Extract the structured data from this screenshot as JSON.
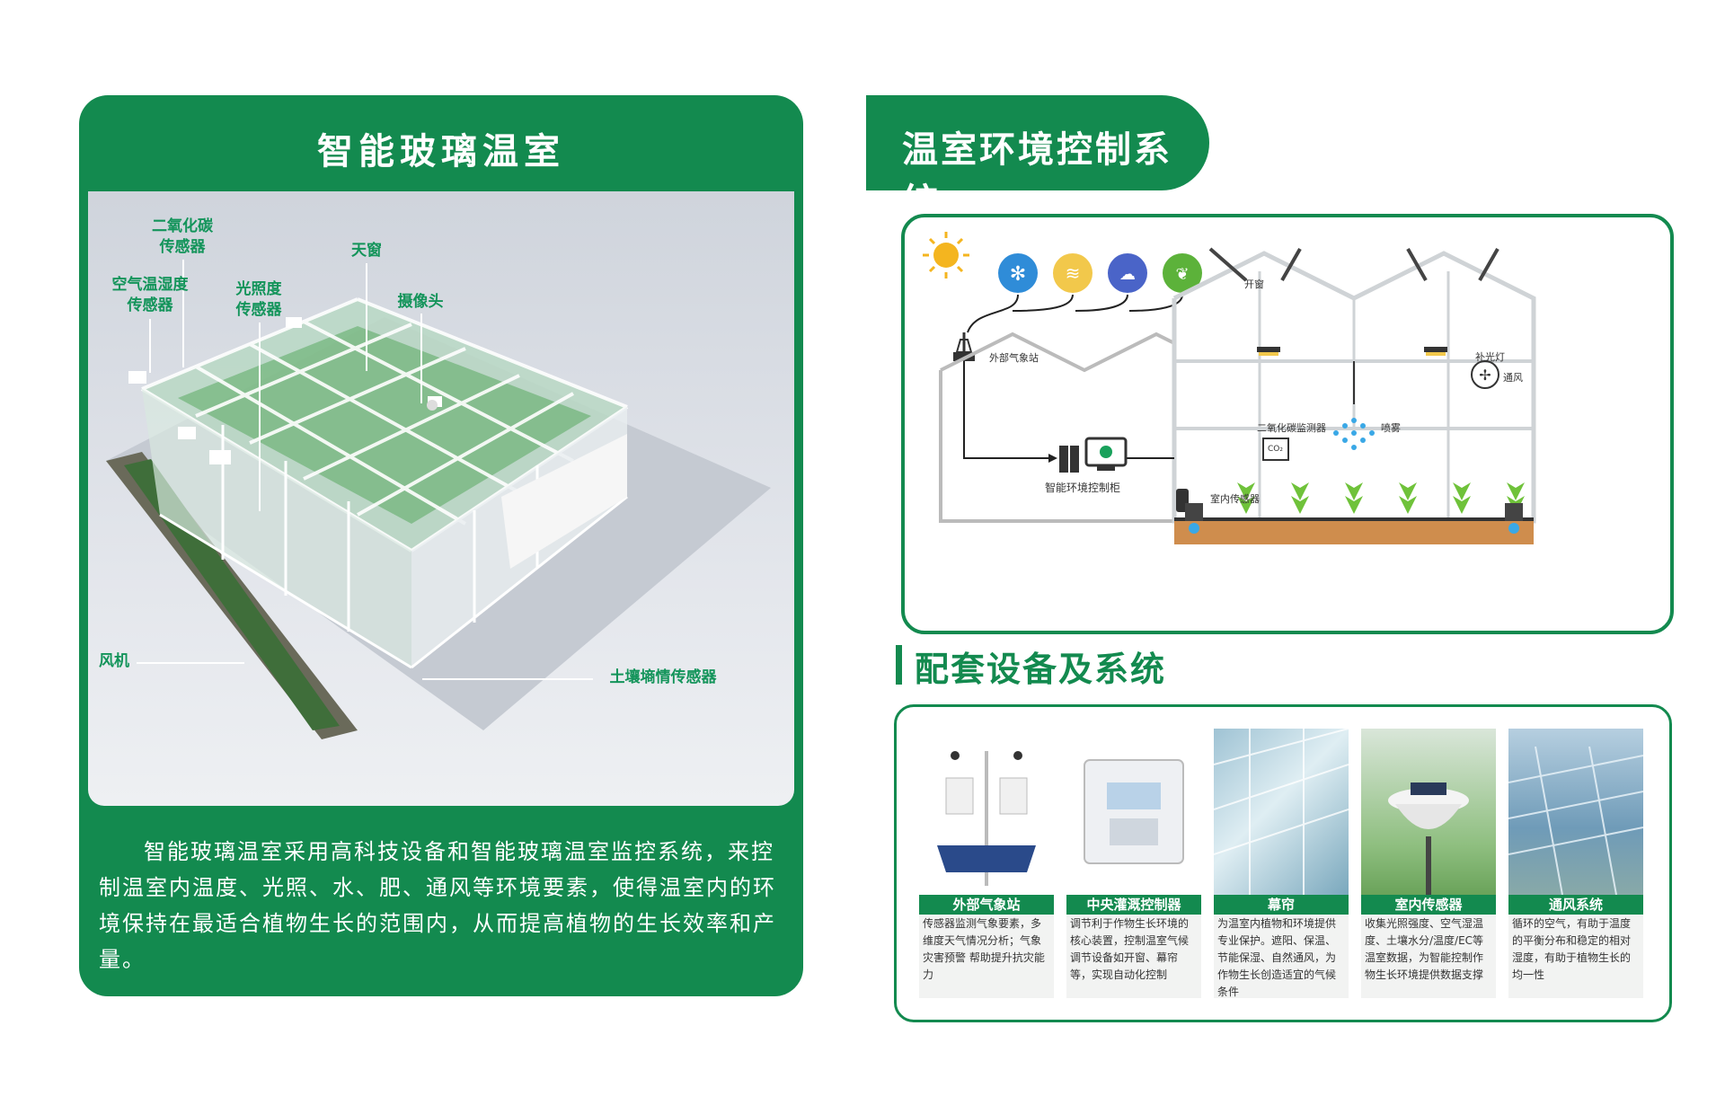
{
  "left": {
    "title": "智能玻璃温室",
    "labels": {
      "co2": "二氧化碳\n传感器",
      "skylight": "天窗",
      "air": "空气温湿度\n传感器",
      "light": "光照度\n传感器",
      "camera": "摄像头",
      "fan": "风机",
      "soil": "土壤墒情传感器"
    },
    "description": "智能玻璃温室采用高科技设备和智能玻璃温室监控系统，来控制温室内温度、光照、水、肥、通风等环境要素，使得温室内的环境保持在最适合植物生长的范围内，从而提高植物的生长效率和产量。"
  },
  "right": {
    "title": "温室环境控制系统",
    "diagram": {
      "open_window": "开窗",
      "weather_station": "外部气象站",
      "fill_light": "补光灯",
      "ventilation": "通风",
      "co2_monitor": "二氧化碳监测器",
      "spray": "喷雾",
      "indoor_sensor": "室内传感器",
      "cabinet": "智能环境控制柜",
      "co2_symbol": "CO₂"
    },
    "icons": [
      "sun-icon",
      "snowflake-icon",
      "wind-icon",
      "rain-cloud-icon",
      "leaf-icon"
    ],
    "section_title": "配套设备及系统",
    "cards": [
      {
        "name": "外部气象站",
        "text": "传感器监测气象要素，多维度天气情况分析；气象灾害预警 帮助提升抗灾能力"
      },
      {
        "name": "中央灌溉控制器",
        "text": "调节利于作物生长环境的核心装置，控制温室气候调节设备如开窗、幕帘等，实现自动化控制"
      },
      {
        "name": "幕帘",
        "text": "为温室内植物和环境提供专业保护。遮阳、保温、节能保湿、自然通风，为作物生长创造适宜的气候条件"
      },
      {
        "name": "室内传感器",
        "text": "收集光照强度、空气湿温度、土壤水分/温度/EC等温室数据，为智能控制作物生长环境提供数据支撑"
      },
      {
        "name": "通风系统",
        "text": "循环的空气，有助于温度的平衡分布和稳定的相对湿度，有助于植物生长的均一性"
      }
    ]
  },
  "colors": {
    "brand_green": "#138a4f",
    "label_green": "#13945a"
  }
}
